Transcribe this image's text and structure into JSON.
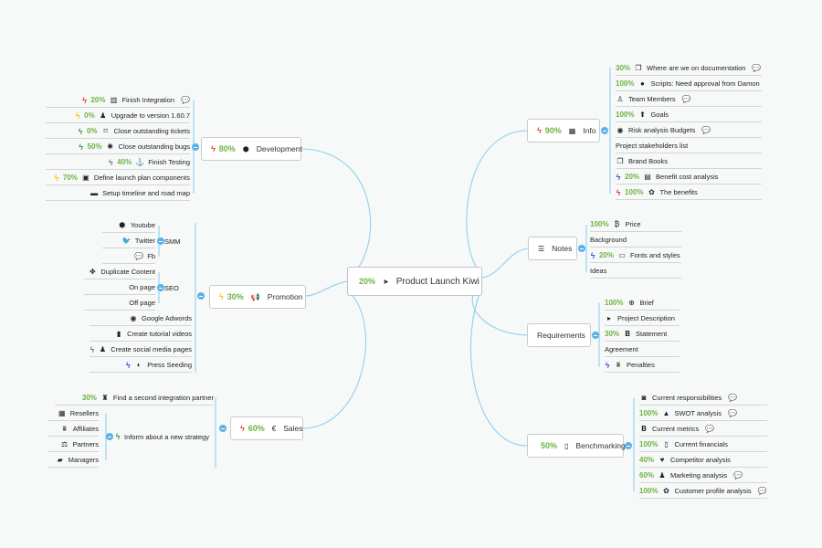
{
  "root": {
    "pct": "20%",
    "icon": "send-icon",
    "label": "Product Launch Kiwi"
  },
  "colors": {
    "red": "#e53935",
    "yellow": "#f5c400",
    "green": "#27a046",
    "blue": "#3b52d6",
    "gray": "#777777",
    "pct": "#6db33f",
    "edge": "#8fd0ef",
    "collapse": "#5ab3e6"
  },
  "branches": {
    "development": {
      "pct": "80%",
      "bolt": "red",
      "icon": "android-icon",
      "label": "Development",
      "items": [
        {
          "bolt": "red",
          "pct": "20%",
          "icon": "bar-chart-icon",
          "label": "Finish Integration",
          "comment": true
        },
        {
          "bolt": "yellow",
          "pct": "0%",
          "icon": "user-icon",
          "label": "Upgrade to version 1.60.7",
          "comment": false
        },
        {
          "bolt": "green",
          "pct": "0%",
          "icon": "bookmark-icon",
          "label": "Close outstanding tickets",
          "comment": false
        },
        {
          "bolt": "green",
          "pct": "50%",
          "icon": "bug-icon",
          "label": "Close outstanding bugs",
          "comment": false
        },
        {
          "bolt": "gray",
          "pct": "40%",
          "icon": "anchor-icon",
          "label": "Finish Testing",
          "comment": false
        },
        {
          "bolt": "yellow",
          "pct": "70%",
          "icon": "square-icon",
          "label": "Define launch plan components",
          "comment": false
        },
        {
          "bolt": "",
          "pct": "",
          "icon": "battery-icon",
          "label": "Setup timeline and road map",
          "comment": false
        }
      ]
    },
    "promotion": {
      "pct": "30%",
      "bolt": "yellow",
      "icon": "bullhorn-icon",
      "label": "Promotion",
      "smm": {
        "label": "SMM",
        "items": [
          {
            "icon": "android-icon",
            "label": "Youtube"
          },
          {
            "icon": "twitter-icon",
            "label": "Twitter"
          },
          {
            "icon": "comment-icon",
            "label": "Fb"
          }
        ]
      },
      "seo": {
        "label": "SEO",
        "items": [
          {
            "icon": "arrows-icon",
            "label": "Duplicate Content"
          },
          {
            "icon": "",
            "label": "On page"
          },
          {
            "icon": "",
            "label": "Off page"
          }
        ]
      },
      "items": [
        {
          "bolt": "",
          "icon": "google-icon",
          "label": "Google Adwords"
        },
        {
          "bolt": "",
          "icon": "phone-icon",
          "label": "Create tutorial videos"
        },
        {
          "bolt": "gray",
          "icon": "user-icon",
          "label": "Create social media pages"
        },
        {
          "bolt": "blue",
          "icon": "half-circle-icon",
          "label": "Press Seeding"
        }
      ]
    },
    "sales": {
      "pct": "60%",
      "bolt": "red",
      "icon": "euro-icon",
      "label": "Sales",
      "top": {
        "pct": "30%",
        "icon": "people-icon",
        "label": "Find a second integration partner"
      },
      "inform": {
        "bolt": "green",
        "label": "Inform about a new strategy",
        "items": [
          {
            "icon": "calculator-icon",
            "label": "Resellers"
          },
          {
            "icon": "affiliates-icon",
            "label": "Affiliates"
          },
          {
            "icon": "scale-icon",
            "label": "Partners"
          },
          {
            "icon": "book-icon",
            "label": "Managers"
          }
        ]
      }
    },
    "info": {
      "pct": "90%",
      "bolt": "red",
      "icon": "table-icon",
      "label": "Info",
      "items": [
        {
          "bolt": "",
          "pct": "30%",
          "icon": "copy-icon",
          "label": "Where are we on documentation",
          "comment": true
        },
        {
          "bolt": "",
          "pct": "100%",
          "icon": "bomb-icon",
          "label": "Scripts: Need approval from Damon",
          "comment": false
        },
        {
          "bolt": "",
          "pct": "",
          "icon": "walker-icon",
          "label": "Team Members",
          "comment": true
        },
        {
          "bolt": "",
          "pct": "100%",
          "icon": "arrow-up-icon",
          "label": "Goals",
          "comment": false
        },
        {
          "bolt": "",
          "pct": "",
          "icon": "eye-icon",
          "label": "Risk analysis Budgets",
          "comment": true
        },
        {
          "bolt": "",
          "pct": "",
          "icon": "",
          "label": "Project stakeholders list",
          "comment": false
        },
        {
          "bolt": "",
          "pct": "",
          "icon": "copy-icon",
          "label": "Brand Books",
          "comment": false
        },
        {
          "bolt": "blue",
          "pct": "20%",
          "icon": "briefcase-icon",
          "label": "Benefit cost analysis",
          "comment": false
        },
        {
          "bolt": "red",
          "pct": "100%",
          "icon": "settings-icon",
          "label": "The benefits",
          "comment": false
        }
      ]
    },
    "notes": {
      "icon": "list-icon",
      "label": "Notes",
      "items": [
        {
          "bolt": "",
          "pct": "100%",
          "icon": "bitcoin-icon",
          "label": "Price"
        },
        {
          "bolt": "",
          "pct": "",
          "icon": "",
          "label": "Background"
        },
        {
          "bolt": "blue",
          "pct": "20%",
          "icon": "cc-icon",
          "label": "Fonts and styles"
        },
        {
          "bolt": "",
          "pct": "",
          "icon": "",
          "label": "Ideas"
        }
      ]
    },
    "requirements": {
      "label": "Requirements",
      "items": [
        {
          "bolt": "",
          "pct": "100%",
          "icon": "dribbble-icon",
          "label": "Brief"
        },
        {
          "bolt": "",
          "pct": "",
          "icon": "caret-right-icon",
          "label": "Project Description"
        },
        {
          "bolt": "",
          "pct": "30%",
          "icon": "bold-icon",
          "label": "Statement"
        },
        {
          "bolt": "",
          "pct": "",
          "icon": "",
          "label": "Agreement"
        },
        {
          "bolt": "blue",
          "pct": "",
          "icon": "affiliates-icon",
          "label": "Penalties"
        }
      ]
    },
    "benchmarking": {
      "pct": "50%",
      "icon": "vimeo-icon",
      "label": "Benchmarking",
      "items": [
        {
          "pct": "",
          "icon": "camera-icon",
          "label": "Current responsibilities",
          "comment": true
        },
        {
          "pct": "100%",
          "icon": "tag-icon",
          "label": "SWOT analysis",
          "comment": true
        },
        {
          "pct": "",
          "icon": "bold-icon",
          "label": "Current metrics",
          "comment": true
        },
        {
          "pct": "100%",
          "icon": "vimeo-icon",
          "label": "Current financials",
          "comment": false
        },
        {
          "pct": "40%",
          "icon": "heart-icon",
          "label": "Competitor analysis",
          "comment": false
        },
        {
          "pct": "60%",
          "icon": "user-icon",
          "label": "Marketing analysis",
          "comment": true
        },
        {
          "pct": "100%",
          "icon": "settings-icon",
          "label": "Customer profile analysis",
          "comment": true
        }
      ]
    }
  }
}
